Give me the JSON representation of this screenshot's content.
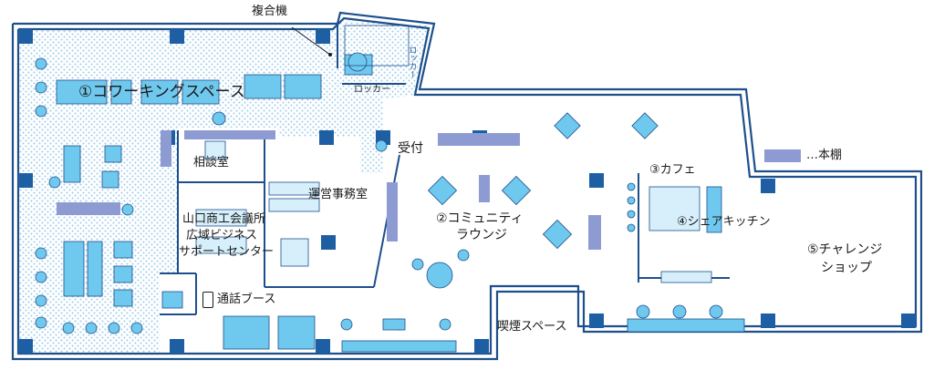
{
  "colors": {
    "outline": "#1e4f8c",
    "pillar": "#1e5fa3",
    "furniture": "#6fc8ee",
    "furniture_light": "#d6effb",
    "coworking_fill": "#cde6f7",
    "shelf": "#8e9bd3"
  },
  "labels": {
    "copier": "複合機",
    "coworking": "①コワーキングスペース",
    "locker": "ロッカー",
    "locker_vertical": "ロッカー",
    "reception": "受付",
    "consult": "相談室",
    "office": "運営事務室",
    "regional": [
      "山口商工会議所",
      "広域ビジネス",
      "サポートセンター"
    ],
    "community": [
      "②コミュニティ",
      "ラウンジ"
    ],
    "cafe": "③カフェ",
    "kitchen": "④シェアキッチン",
    "shop": [
      "⑤チャレンジ",
      "ショップ"
    ],
    "call_booth": "通話ブース",
    "smoking": "喫煙スペース",
    "bookshelf_legend": "…本棚"
  },
  "icons": {
    "phone": "phone-icon",
    "door": "door-icon"
  }
}
